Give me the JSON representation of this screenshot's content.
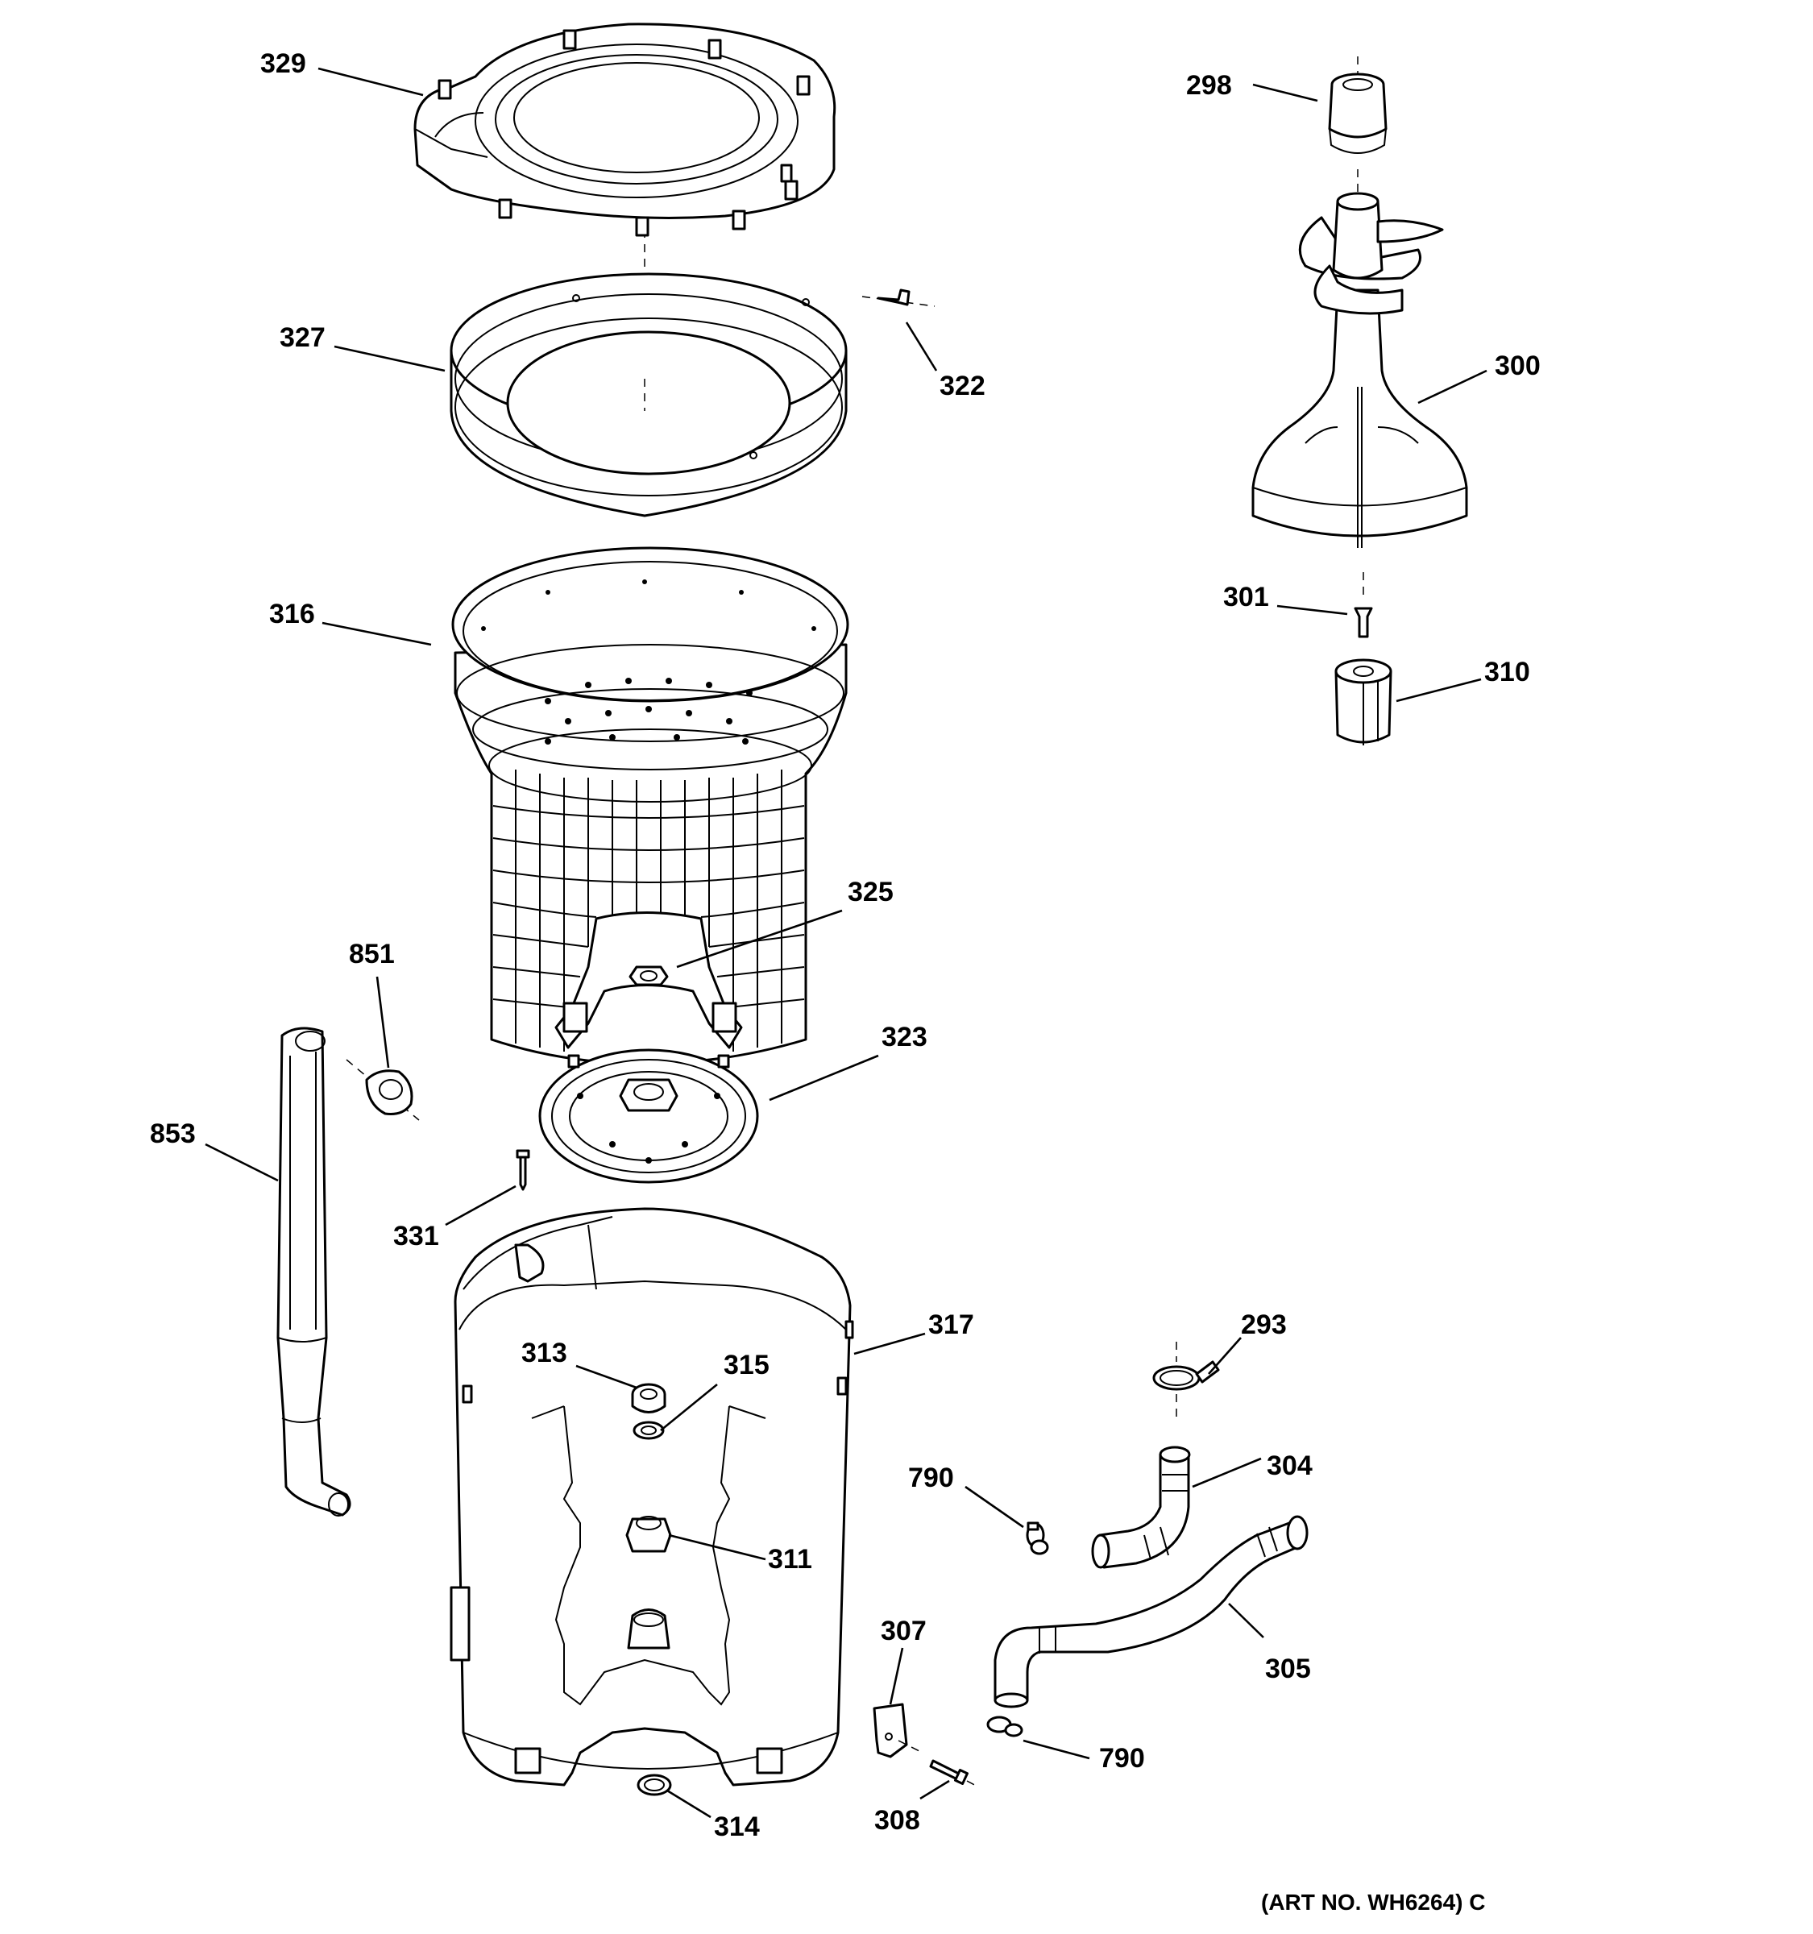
{
  "diagram": {
    "art_number": "(ART NO. WH6264) C",
    "parts": {
      "p329": "329",
      "p327": "327",
      "p322": "322",
      "p316": "316",
      "p325": "325",
      "p851": "851",
      "p853": "853",
      "p323": "323",
      "p331": "331",
      "p317": "317",
      "p313": "313",
      "p315": "315",
      "p311": "311",
      "p314": "314",
      "p298": "298",
      "p300": "300",
      "p301": "301",
      "p310": "310",
      "p293": "293",
      "p790a": "790",
      "p304": "304",
      "p305": "305",
      "p307": "307",
      "p308": "308",
      "p790b": "790"
    }
  }
}
